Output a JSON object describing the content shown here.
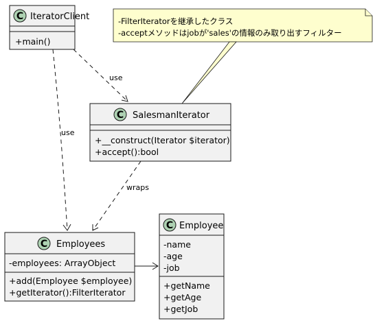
{
  "note": {
    "lines": [
      "-FilterIteratorを継承したクラス",
      "-acceptメソッドはjobが'sales'の情報のみ取り出すフィルター"
    ]
  },
  "classes": {
    "iterator_client": {
      "badge": "C",
      "name": "IteratorClient",
      "attributes": [],
      "methods": [
        "+main()"
      ]
    },
    "salesman_iterator": {
      "badge": "C",
      "name": "SalesmanIterator",
      "attributes": [],
      "methods": [
        "+__construct(Iterator $iterator)",
        "+accept():bool"
      ]
    },
    "employees": {
      "badge": "C",
      "name": "Employees",
      "attributes": [
        "-employees: ArrayObject"
      ],
      "methods": [
        "+add(Employee $employee)",
        "+getIterator():FilterIterator"
      ]
    },
    "employee": {
      "badge": "C",
      "name": "Employee",
      "attributes": [
        "-name",
        "-age",
        "-job"
      ],
      "methods": [
        "+getName",
        "+getAge",
        "+getJob"
      ]
    }
  },
  "relations": {
    "client_to_salesman": "use",
    "client_to_employees": "use",
    "salesman_to_employees": "wraps"
  }
}
